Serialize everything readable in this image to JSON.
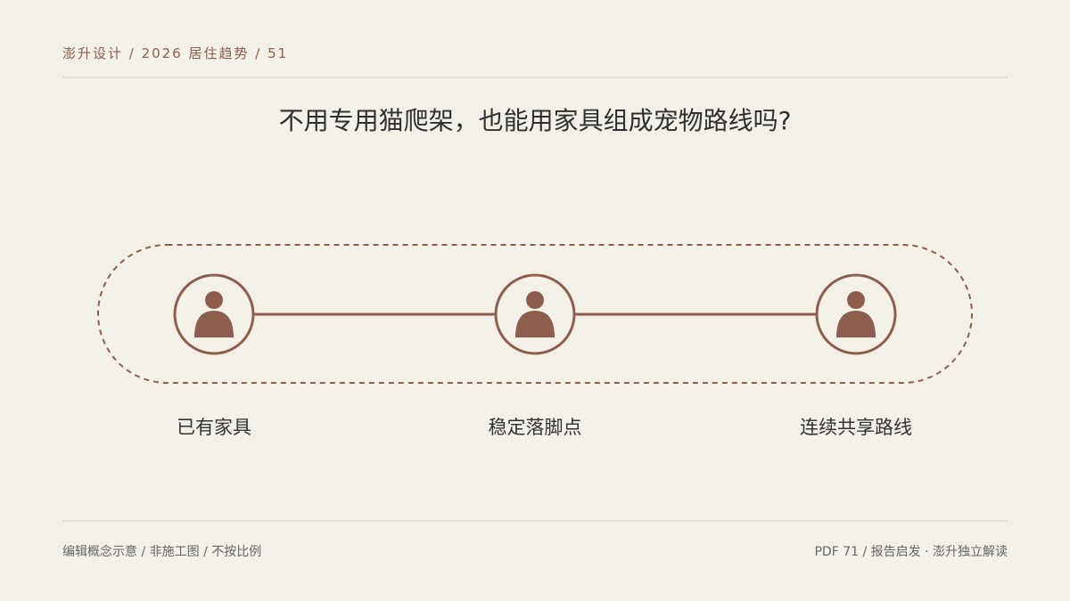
{
  "header": {
    "label": "澎升设计 / 2026 居住趋势 / 51"
  },
  "title": "不用专用猫爬架，也能用家具组成宠物路线吗?",
  "diagram": {
    "nodes": [
      {
        "label": "已有家具",
        "icon": "person-icon"
      },
      {
        "label": "稳定落脚点",
        "icon": "person-icon"
      },
      {
        "label": "连续共享路线",
        "icon": "person-icon"
      }
    ]
  },
  "footer": {
    "left": "编辑概念示意 / 非施工图 / 不按比例",
    "right": "PDF 71 / 报告启发 · 澎升独立解读"
  },
  "colors": {
    "background": "#f3f0e8",
    "accent": "#8d5e4d",
    "rule": "#e2dfd8",
    "text": "#333333",
    "muted_text": "#666666"
  }
}
